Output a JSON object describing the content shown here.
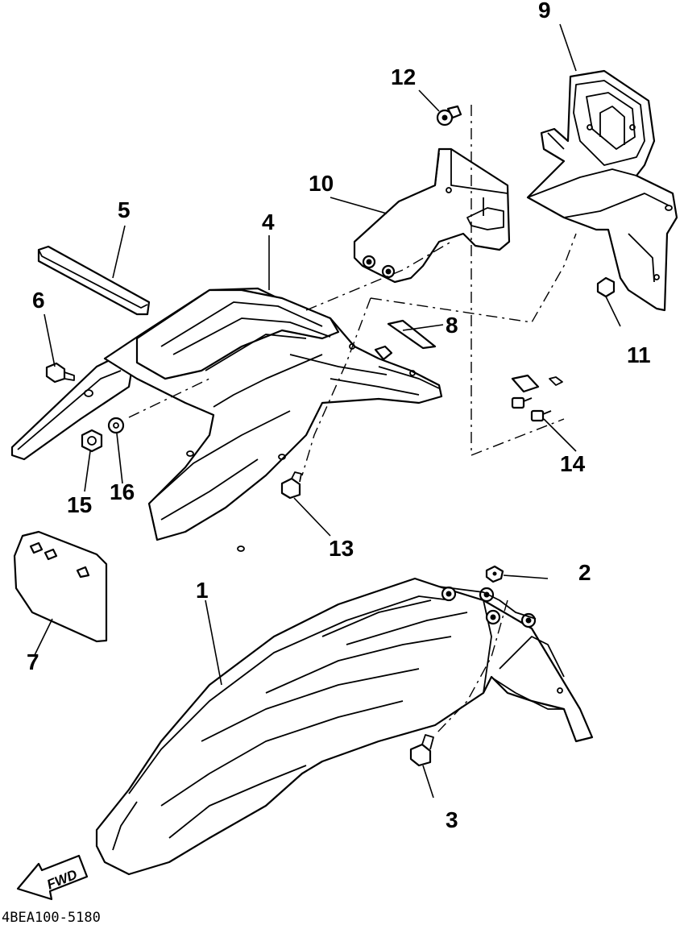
{
  "diagram": {
    "callouts": [
      {
        "id": "1",
        "label": "1"
      },
      {
        "id": "2",
        "label": "2"
      },
      {
        "id": "3",
        "label": "3"
      },
      {
        "id": "4",
        "label": "4"
      },
      {
        "id": "5",
        "label": "5"
      },
      {
        "id": "6",
        "label": "6"
      },
      {
        "id": "7",
        "label": "7"
      },
      {
        "id": "8",
        "label": "8"
      },
      {
        "id": "9",
        "label": "9"
      },
      {
        "id": "10",
        "label": "10"
      },
      {
        "id": "11",
        "label": "11"
      },
      {
        "id": "12",
        "label": "12"
      },
      {
        "id": "13",
        "label": "13"
      },
      {
        "id": "14",
        "label": "14"
      },
      {
        "id": "15",
        "label": "15"
      },
      {
        "id": "16",
        "label": "16"
      }
    ],
    "fwd_label": "FWD",
    "drawing_code": "4BEA100-5180"
  }
}
